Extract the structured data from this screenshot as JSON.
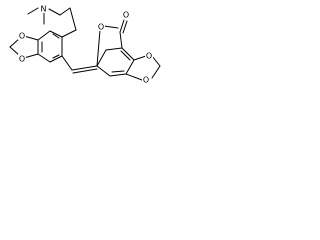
{
  "molecule": {
    "atom_labels": {
      "N": "N",
      "O_lactone_ring": "O",
      "O_carbonyl": "O",
      "O_dioxole_left_top": "O",
      "O_dioxole_left_bottom": "O",
      "O_dioxole_right_top": "O",
      "O_dioxole_right_bottom": "O"
    },
    "colors": {
      "bond": "#000000",
      "label": "#000000",
      "background": "#ffffff"
    }
  }
}
